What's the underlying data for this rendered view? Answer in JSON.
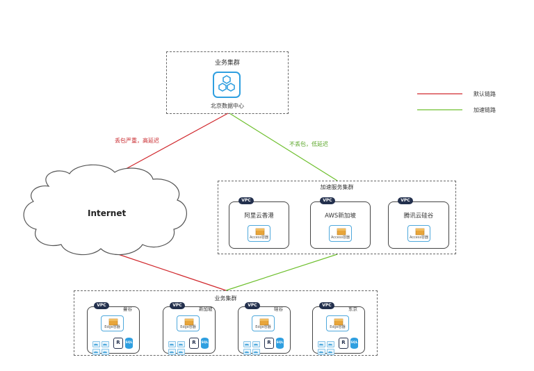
{
  "top_cluster": {
    "title": "业务集群",
    "caption": "北京数据中心"
  },
  "legend": {
    "default_label": "默认链路",
    "default_color": "#d0272c",
    "accel_label": "加速链路",
    "accel_color": "#6dbf2c"
  },
  "links": {
    "red_text": "丢包严重，高延迟",
    "green_text": "不丢包，低延迟"
  },
  "internet": {
    "label": "Internet"
  },
  "accel_cluster": {
    "title": "加速服务集群",
    "vpc_tag": "VPC",
    "nodes": [
      {
        "name": "阿里云香港",
        "svc": "Access容器"
      },
      {
        "name": "AWS新加坡",
        "svc": "Access容器"
      },
      {
        "name": "腾讯云硅谷",
        "svc": "Access容器"
      }
    ]
  },
  "bottom_cluster": {
    "title": "业务集群",
    "vpc_tag": "VPC",
    "nodes": [
      {
        "name": "曼谷",
        "svc": "Edge容器",
        "r": "R",
        "sql": "SQL"
      },
      {
        "name": "新加坡",
        "svc": "Edge容器",
        "r": "R",
        "sql": "SQL"
      },
      {
        "name": "硅谷",
        "svc": "Edge容器",
        "r": "R",
        "sql": "SQL"
      },
      {
        "name": "东京",
        "svc": "Edge容器",
        "r": "R",
        "sql": "SQL"
      }
    ]
  }
}
